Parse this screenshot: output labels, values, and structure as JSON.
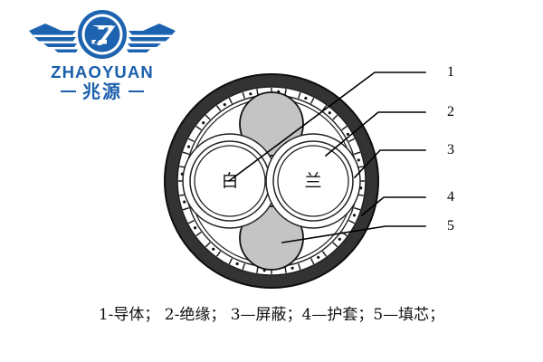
{
  "brand": {
    "latin_name": "ZHAOYUAN",
    "chinese_name": "兆源",
    "monogram": "Z",
    "accent_color": "#1a5fab"
  },
  "diagram": {
    "title_caption": "1-导体；  2-绝缘；  3—屏蔽；4—护套；5—填芯；",
    "conductor_labels": {
      "left": "白",
      "right": "兰"
    },
    "colors": {
      "jacket": "#333333",
      "shield_ring": "#ffffff",
      "filler": "#c4c4c4",
      "insulation": "#ffffff",
      "outline": "#111111"
    },
    "callouts": [
      {
        "number": "1",
        "target": "conductor"
      },
      {
        "number": "2",
        "target": "insulation"
      },
      {
        "number": "3",
        "target": "shield"
      },
      {
        "number": "4",
        "target": "jacket"
      },
      {
        "number": "5",
        "target": "filler"
      }
    ]
  },
  "legend": {
    "items": [
      {
        "number": "1",
        "label": "导体"
      },
      {
        "number": "2",
        "label": "绝缘"
      },
      {
        "number": "3",
        "label": "屏蔽"
      },
      {
        "number": "4",
        "label": "护套"
      },
      {
        "number": "5",
        "label": "填芯"
      }
    ]
  }
}
